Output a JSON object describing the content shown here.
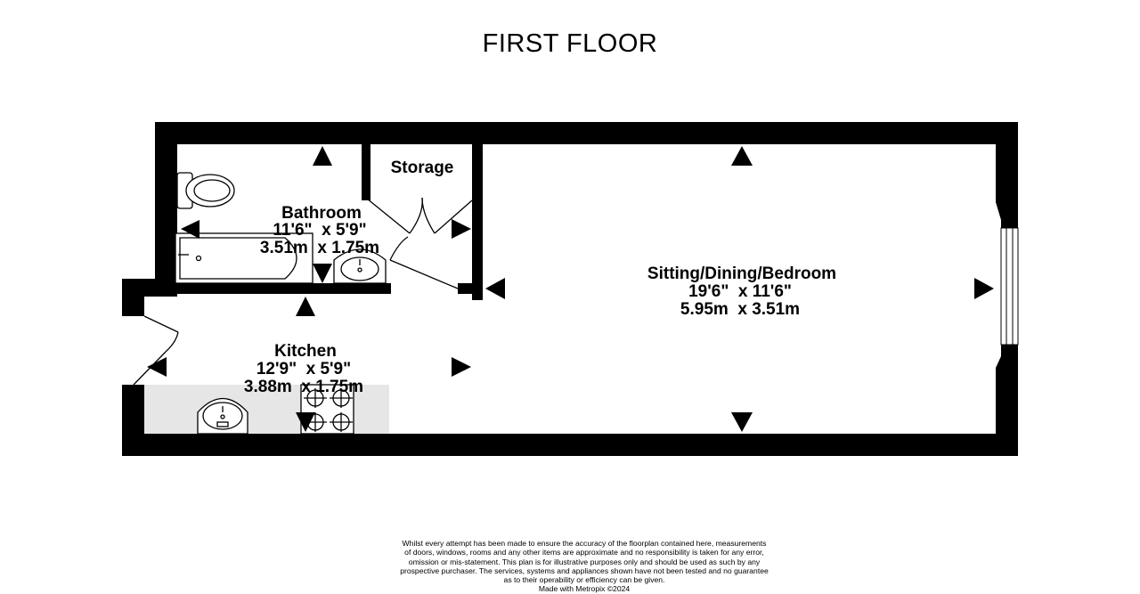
{
  "title": "FIRST FLOOR",
  "rooms": {
    "bathroom": {
      "name": "Bathroom",
      "imperial": "11'6\"  x 5'9\"",
      "metric": "3.51m  x 1.75m"
    },
    "storage": {
      "name": "Storage"
    },
    "kitchen": {
      "name": "Kitchen",
      "imperial": "12'9\"  x 5'9\"",
      "metric": "3.88m  x 1.75m"
    },
    "sitting": {
      "name": "Sitting/Dining/Bedroom",
      "imperial": "19'6\"  x 11'6\"",
      "metric": "5.95m  x 3.51m"
    }
  },
  "disclaimer": {
    "lines": [
      "Whilst every attempt has been made to ensure the accuracy of the floorplan contained here, measurements",
      "of doors, windows, rooms and any other items are approximate and no responsibility is taken for any error,",
      "omission or mis-statement. This plan is for illustrative purposes only and should be used as such by any",
      "prospective purchaser. The services, systems and appliances shown have not been tested and no guarantee",
      "as to their operability or efficiency can be given."
    ],
    "credit": "Made with Metropix ©2024"
  },
  "colors": {
    "wall": "#000000",
    "counter": "#e6e6e6",
    "background": "#ffffff"
  },
  "icons": [
    "toilet-icon",
    "bathtub-icon",
    "basin-icon",
    "sink-icon",
    "hob-icon",
    "dimension-arrow-icon"
  ]
}
